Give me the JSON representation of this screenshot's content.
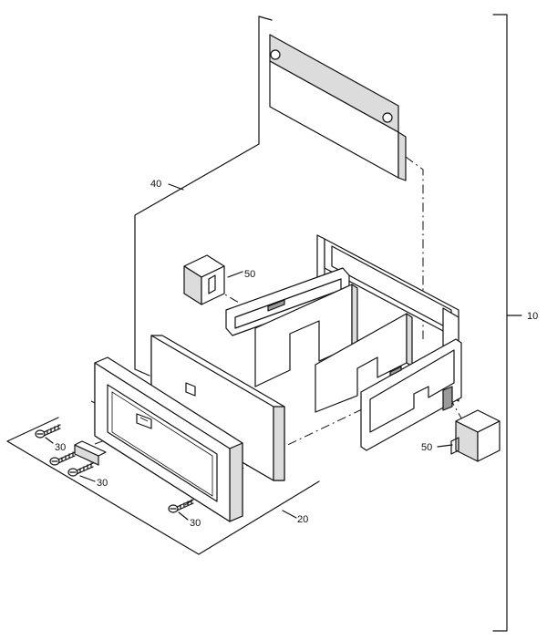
{
  "callouts": {
    "assembly": "10",
    "front_panel": "20",
    "screw_1": "30",
    "screw_2": "30",
    "screw_3": "30",
    "top_board": "40",
    "block_upper": "50",
    "block_lower": "50"
  },
  "colors": {
    "line": "#111111",
    "shade": "#dcdcdc",
    "dark": "#9a9a9a",
    "background": "#ffffff"
  }
}
